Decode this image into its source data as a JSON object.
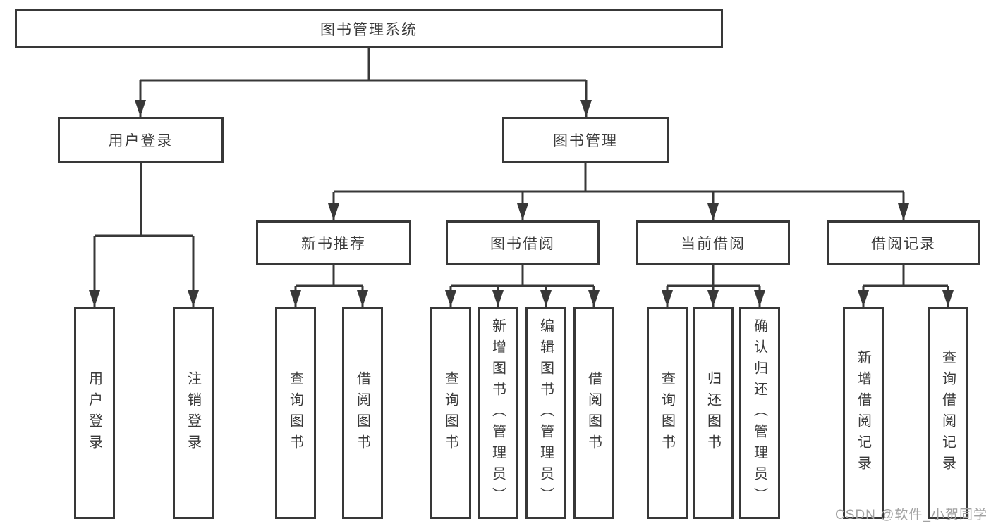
{
  "nodes": {
    "root": "图书管理系统",
    "level2": [
      "用户登录",
      "图书管理"
    ],
    "level3": [
      "新书推荐",
      "图书借阅",
      "当前借阅",
      "借阅记录"
    ],
    "leaves": [
      [
        "用户登录",
        "注销登录"
      ],
      [
        "查询图书",
        "借阅图书"
      ],
      [
        "查询图书",
        "新增图书（管理员）",
        "编辑图书（管理员）",
        "借阅图书"
      ],
      [
        "查询图书",
        "归还图书",
        "确认归还（管理员）"
      ],
      [
        "新增借阅记录",
        "查询借阅记录"
      ]
    ]
  },
  "watermark": "CSDN @软件_小贺同学",
  "colors": {
    "line": "#383838",
    "text": "#3a3a3a",
    "watermark": "#a2a2a2",
    "background": "#ffffff"
  }
}
